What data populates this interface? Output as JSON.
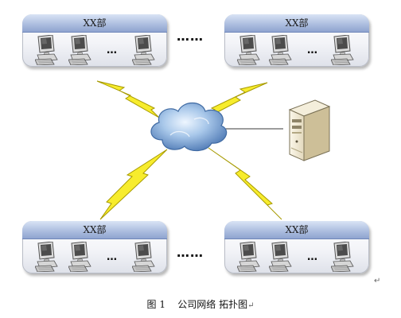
{
  "diagram": {
    "departments": [
      {
        "id": "dept-top-left",
        "label": "XX部"
      },
      {
        "id": "dept-top-right",
        "label": "XX部"
      },
      {
        "id": "dept-bottom-left",
        "label": "XX部"
      },
      {
        "id": "dept-bottom-right",
        "label": "XX部"
      }
    ],
    "computer_ellipsis": "…",
    "department_ellipsis": "……",
    "caption": {
      "figure_number": "图 1",
      "title": "公司网络 拓扑图"
    },
    "paragraph_mark": "↵",
    "icons": {
      "network": "cloud-icon",
      "server": "server-icon",
      "workstation": "computer-icon",
      "link": "lightning-bolt-icon"
    },
    "colors": {
      "dept_header": "#aebfe0",
      "cloud": "#6d98c9",
      "lightning": "#f7ec2d",
      "server_case": "#efe7cf"
    }
  }
}
